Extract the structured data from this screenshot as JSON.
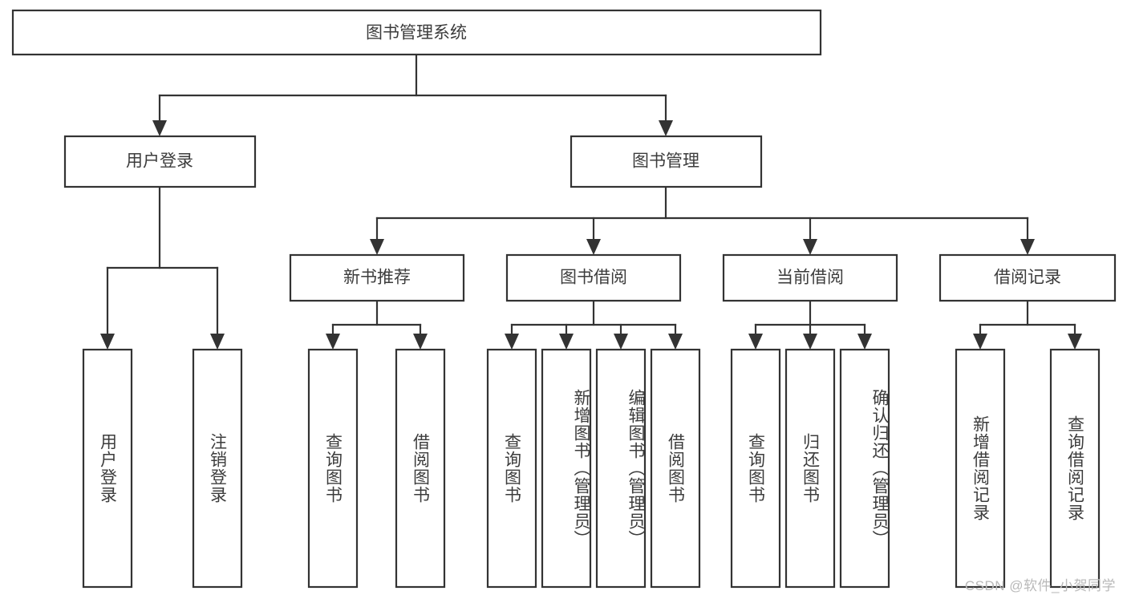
{
  "diagram": {
    "title": "图书管理系统",
    "watermark": "CSDN @软件_小贺同学",
    "colors": {
      "box_fill": "#ffffff",
      "box_stroke": "#333333",
      "text": "#3c3c3c",
      "background": "#ffffff",
      "watermark": "#b9b9b9"
    },
    "levels": {
      "root": {
        "label": "图书管理系统"
      },
      "level2": [
        {
          "label": "用户登录"
        },
        {
          "label": "图书管理"
        }
      ],
      "level3": [
        {
          "label": "新书推荐"
        },
        {
          "label": "图书借阅"
        },
        {
          "label": "当前借阅"
        },
        {
          "label": "借阅记录"
        }
      ],
      "leaves": {
        "user_login": [
          {
            "label": "用户登录"
          },
          {
            "label": "注销登录"
          }
        ],
        "new_book_recommend": [
          {
            "label": "查询图书"
          },
          {
            "label": "借阅图书"
          }
        ],
        "book_borrow": [
          {
            "label": "查询图书"
          },
          {
            "label": "新增图书（管理员）"
          },
          {
            "label": "编辑图书（管理员）"
          },
          {
            "label": "借阅图书"
          }
        ],
        "current_borrow": [
          {
            "label": "查询图书"
          },
          {
            "label": "归还图书"
          },
          {
            "label": "确认归还（管理员）"
          }
        ],
        "borrow_record": [
          {
            "label": "新增借阅记录"
          },
          {
            "label": "查询借阅记录"
          }
        ]
      }
    }
  }
}
